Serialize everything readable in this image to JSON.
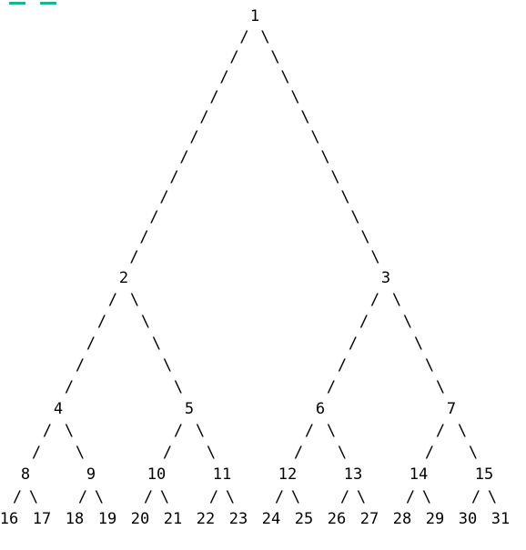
{
  "tree": {
    "nodes": [
      "1",
      "2",
      "3",
      "4",
      "5",
      "6",
      "7",
      "8",
      "9",
      "10",
      "11",
      "12",
      "13",
      "14",
      "15",
      "16",
      "17",
      "18",
      "19",
      "20",
      "21",
      "22",
      "23",
      "24",
      "25",
      "26",
      "27",
      "28",
      "29",
      "30",
      "31"
    ],
    "edge_glyphs": {
      "left": "/",
      "right": "\\"
    }
  },
  "colors": {
    "text": "#000000",
    "background": "#ffffff",
    "marker": "#1ab394"
  }
}
